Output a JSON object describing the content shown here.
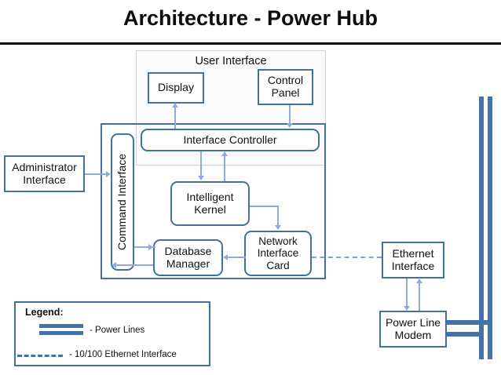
{
  "title": "Architecture - Power Hub",
  "colors": {
    "box_border": "#41719C",
    "connector": "#8FAADC",
    "power_line": "#4472A4",
    "ethernet_dash": "#7FA2CE",
    "title_text": "#0D0D0D"
  },
  "user_interface": {
    "label": "User Interface",
    "display": "Display",
    "control_panel": "Control\nPanel",
    "control_panel_line1": "Control",
    "control_panel_line2": "Panel"
  },
  "hub": {
    "interface_controller": "Interface Controller",
    "command_interface": "Command Interface",
    "intelligent_kernel_line1": "Intelligent",
    "intelligent_kernel_line2": "Kernel",
    "database_manager_line1": "Database",
    "database_manager_line2": "Manager",
    "network_interface_card_line1": "Network",
    "network_interface_card_line2": "Interface",
    "network_interface_card_line3": "Card"
  },
  "external": {
    "administrator_interface_line1": "Administrator",
    "administrator_interface_line2": "Interface",
    "ethernet_interface_line1": "Ethernet",
    "ethernet_interface_line2": "Interface",
    "power_line_modem_line1": "Power Line",
    "power_line_modem_line2": "Modem"
  },
  "legend": {
    "title": "Legend:",
    "power_lines": "-  Power Lines",
    "ethernet": "-  10/100 Ethernet Interface"
  }
}
